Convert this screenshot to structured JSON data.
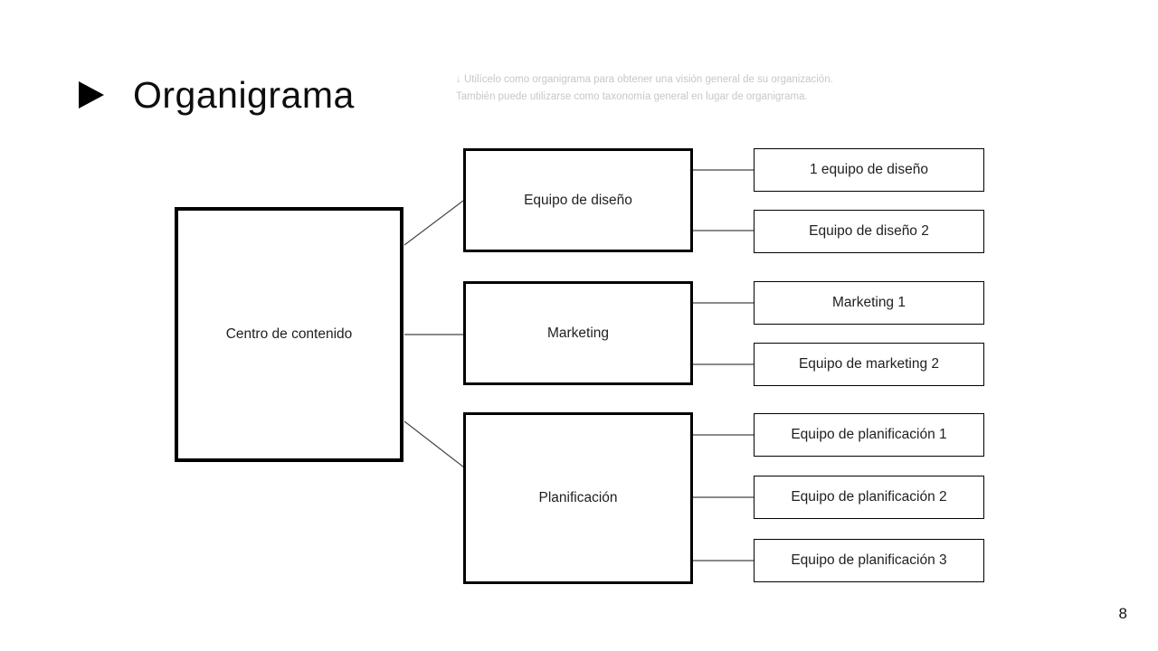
{
  "slide": {
    "title": "Organigrama",
    "note_line1": "↓  Utilícelo como organigrama para obtener una visión general de su organización.",
    "note_line2": "También puede utilizarse como taxonomía general en lugar de organigrama.",
    "page_number": "8"
  },
  "colors": {
    "background": "#ffffff",
    "text": "#1f1f1f",
    "box_border": "#000000",
    "note_text": "#c7c7c7",
    "connector": "#444444"
  },
  "org_chart": {
    "root": {
      "label": "Centro de contenido"
    },
    "branches": [
      {
        "label": "Equipo de diseño",
        "children": [
          "1 equipo de diseño",
          "Equipo de diseño 2"
        ]
      },
      {
        "label": "Marketing",
        "children": [
          "Marketing 1",
          "Equipo de marketing 2"
        ]
      },
      {
        "label": "Planificación",
        "children": [
          "Equipo de planificación 1",
          "Equipo de planificación 2",
          "Equipo de planificación 3"
        ]
      }
    ]
  }
}
